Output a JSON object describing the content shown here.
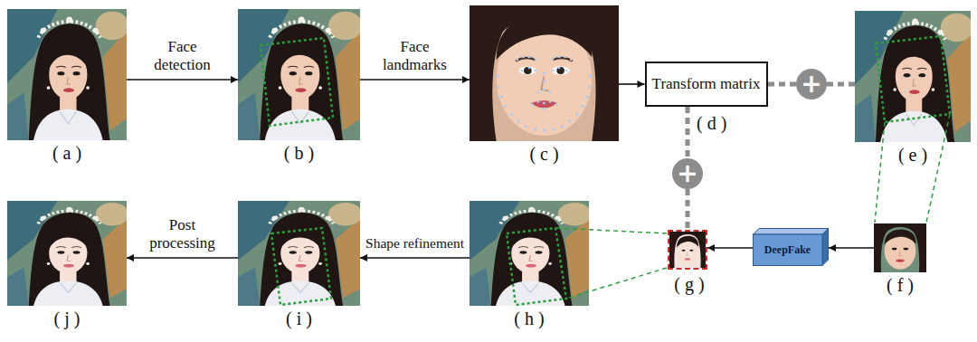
{
  "diagram": {
    "nodes": [
      {
        "text": [
          "( a )"
        ]
      },
      {
        "text": [
          "( b )"
        ]
      },
      {
        "text": [
          "( c )"
        ]
      },
      {
        "text": [
          "Transform matrix",
          "( d )"
        ]
      },
      {
        "text": [
          "+"
        ]
      },
      {
        "text": [
          "( e )"
        ]
      },
      {
        "text": [
          "+"
        ]
      },
      {
        "text": [
          "( j )"
        ]
      },
      {
        "text": [
          "( i )"
        ]
      },
      {
        "text": [
          "( h )"
        ]
      },
      {
        "text": [
          "( g )"
        ]
      },
      {
        "text": [
          "DeepFake"
        ]
      },
      {
        "text": [
          "( f )"
        ]
      }
    ],
    "edges": [
      {
        "from": 0,
        "to": 1,
        "label": "Face detection",
        "arrow": "to"
      },
      {
        "from": 1,
        "to": 2,
        "label": "Face landmarks",
        "arrow": "to"
      },
      {
        "from": 2,
        "to": 3,
        "arrow": "to"
      },
      {
        "from": 5,
        "to": 4,
        "arrow": "none"
      },
      {
        "from": 4,
        "to": 3,
        "arrow": "none"
      },
      {
        "from": 3,
        "to": 6,
        "arrow": "none"
      },
      {
        "from": 6,
        "to": 10,
        "arrow": "none"
      },
      {
        "from": 12,
        "to": 11,
        "arrow": "to"
      },
      {
        "from": 11,
        "to": 10,
        "arrow": "to"
      },
      {
        "from": 9,
        "to": 8,
        "label": "Shape refinement",
        "arrow": "to"
      },
      {
        "from": 8,
        "to": 7,
        "label": "Post processing",
        "arrow": "to"
      }
    ]
  }
}
